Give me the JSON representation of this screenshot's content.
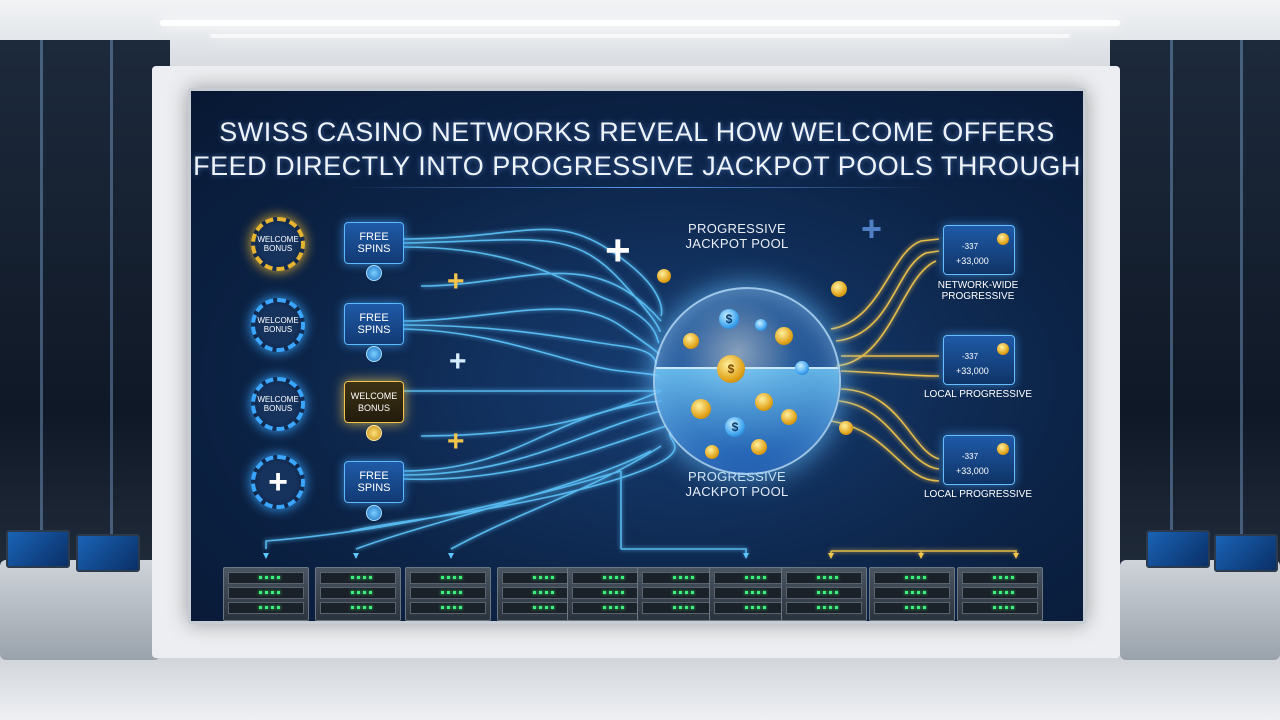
{
  "title": {
    "line1": "SWISS CASINO NETWORKS REVEAL HOW WELCOME OFFERS",
    "line2": "FEED DIRECTLY INTO PROGRESSIVE JACKPOT POOLS THROUGH"
  },
  "sources": [
    {
      "chip_label": "WELCOME BONUS",
      "chip_color": "#e7b431",
      "card_label": "FREE SPINS",
      "card_style": "blue"
    },
    {
      "chip_label": "WELCOME BONUS",
      "chip_color": "#3aa6ff",
      "card_label": "FREE SPINS",
      "card_style": "blue"
    },
    {
      "chip_label": "WELCOME BONUS",
      "chip_color": "#3aa6ff",
      "card_label": "WELCOME BONUS",
      "card_style": "gold"
    },
    {
      "chip_label": "",
      "chip_color": "#3aa6ff",
      "card_label": "FREE SPINS",
      "card_style": "blue"
    }
  ],
  "pool": {
    "label_top": "PROGRESSIVE JACKPOT POOL",
    "label_bottom": "PROGRESSIVE JACKPOT POOL",
    "coin_symbol": "$"
  },
  "prizes": [
    {
      "tag": "",
      "line_a": "-337",
      "line_b": "+33,000",
      "label": "NETWORK-WIDE PROGRESSIVE"
    },
    {
      "tag": "",
      "line_a": "-337",
      "line_b": "+33,000",
      "label": "LOCAL PROGRESSIVE"
    },
    {
      "tag": "",
      "line_a": "-337",
      "line_b": "+33,000",
      "label": "LOCAL PROGRESSIVE"
    }
  ],
  "colors": {
    "flow_blue": "#5ec8ff",
    "flow_gold": "#f2c44b",
    "board_bg": "#0c2448"
  },
  "icons": {
    "plus": "+",
    "server_rack": "server-rack-icon"
  }
}
